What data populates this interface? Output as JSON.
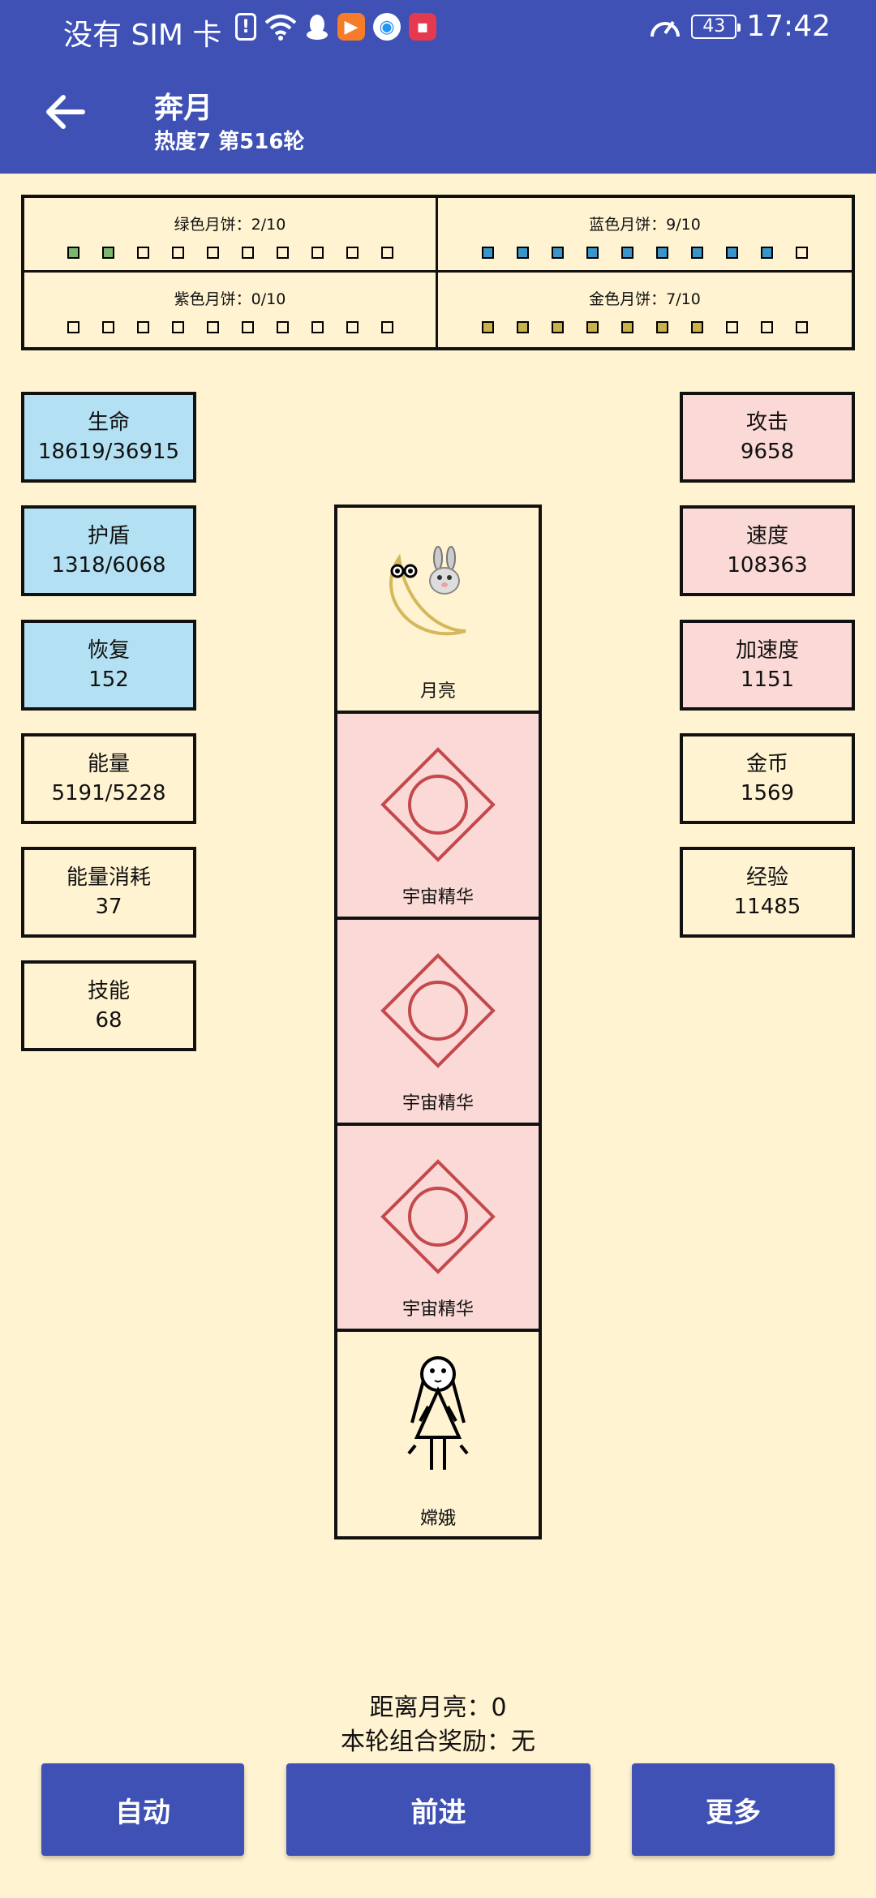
{
  "status": {
    "carrier": "没有 SIM 卡",
    "battery": "43",
    "time": "17:42"
  },
  "appbar": {
    "title": "奔月",
    "subtitle": "热度7 第516轮"
  },
  "mooncakes": [
    {
      "label": "绿色月饼：2/10",
      "color": "#7BB86F",
      "filled": 2
    },
    {
      "label": "蓝色月饼：9/10",
      "color": "#3A95C9",
      "filled": 9
    },
    {
      "label": "紫色月饼：0/10",
      "color": "#8E6FA3",
      "filled": 0
    },
    {
      "label": "金色月饼：7/10",
      "color": "#C9B24A",
      "filled": 7
    }
  ],
  "left_stats": [
    {
      "name": "生命",
      "value": "18619/36915",
      "style": "blue"
    },
    {
      "name": "护盾",
      "value": "1318/6068",
      "style": "blue"
    },
    {
      "name": "恢复",
      "value": "152",
      "style": "blue"
    },
    {
      "name": "能量",
      "value": "5191/5228",
      "style": "plain"
    },
    {
      "name": "能量消耗",
      "value": "37",
      "style": "plain"
    },
    {
      "name": "技能",
      "value": "68",
      "style": "plain"
    }
  ],
  "right_stats": [
    {
      "name": "攻击",
      "value": "9658",
      "style": "pink"
    },
    {
      "name": "速度",
      "value": "108363",
      "style": "pink"
    },
    {
      "name": "加速度",
      "value": "1151",
      "style": "pink"
    },
    {
      "name": "金币",
      "value": "1569",
      "style": "plain"
    },
    {
      "name": "经验",
      "value": "11485",
      "style": "plain"
    }
  ],
  "column": [
    {
      "label": "月亮",
      "icon": "moon-rabbit-icon"
    },
    {
      "label": "宇宙精华",
      "icon": "cosmic-essence-icon"
    },
    {
      "label": "宇宙精华",
      "icon": "cosmic-essence-icon"
    },
    {
      "label": "宇宙精华",
      "icon": "cosmic-essence-icon"
    },
    {
      "label": "嫦娥",
      "icon": "change-figure-icon"
    }
  ],
  "bottom": {
    "distance": "距离月亮：0",
    "reward": "本轮组合奖励：无"
  },
  "buttons": {
    "auto": "自动",
    "forward": "前进",
    "more": "更多"
  }
}
